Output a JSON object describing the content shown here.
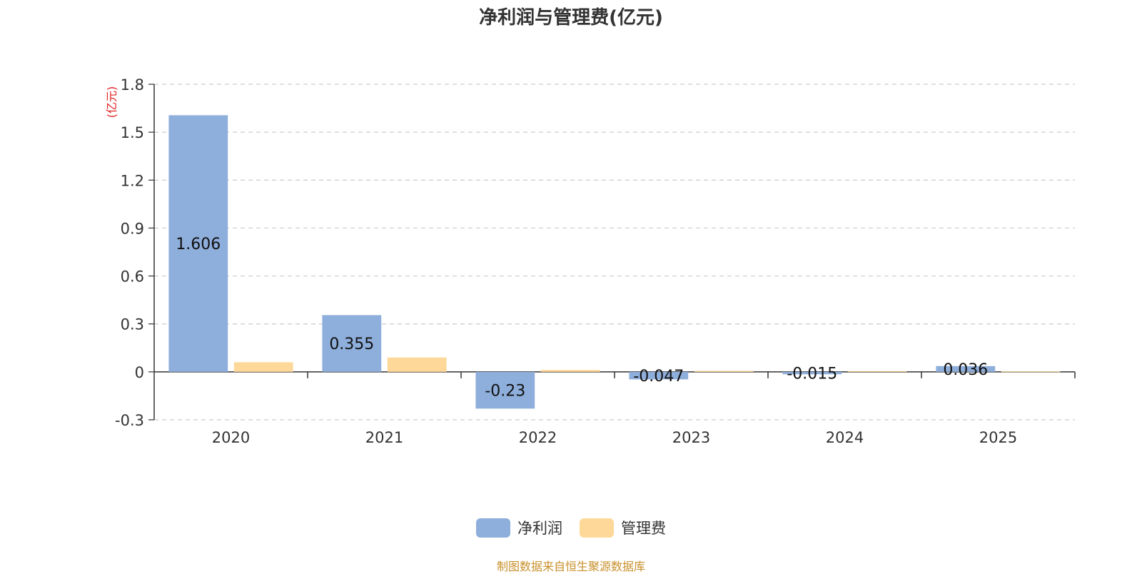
{
  "chart_data": {
    "type": "bar",
    "title": "净利润与管理费(亿元)",
    "ylabel": "(亿元)",
    "xlabel": "",
    "categories": [
      "2020",
      "2021",
      "2022",
      "2023",
      "2024",
      "2025"
    ],
    "series": [
      {
        "name": "净利润",
        "values": [
          1.606,
          0.355,
          -0.23,
          -0.047,
          -0.015,
          0.036
        ],
        "color": "#8eaedb",
        "show_labels": true
      },
      {
        "name": "管理费",
        "values": [
          0.06,
          0.09,
          0.012,
          0.006,
          0.005,
          0.003
        ],
        "color": "#fdd898",
        "show_labels": false
      }
    ],
    "ylim": [
      -0.3,
      1.8
    ],
    "yticks": [
      -0.3,
      0,
      0.3,
      0.6,
      0.9,
      1.2,
      1.5,
      1.8
    ],
    "grid": true,
    "legend_position": "bottom-center"
  },
  "source_note": "制图数据来自恒生聚源数据库"
}
